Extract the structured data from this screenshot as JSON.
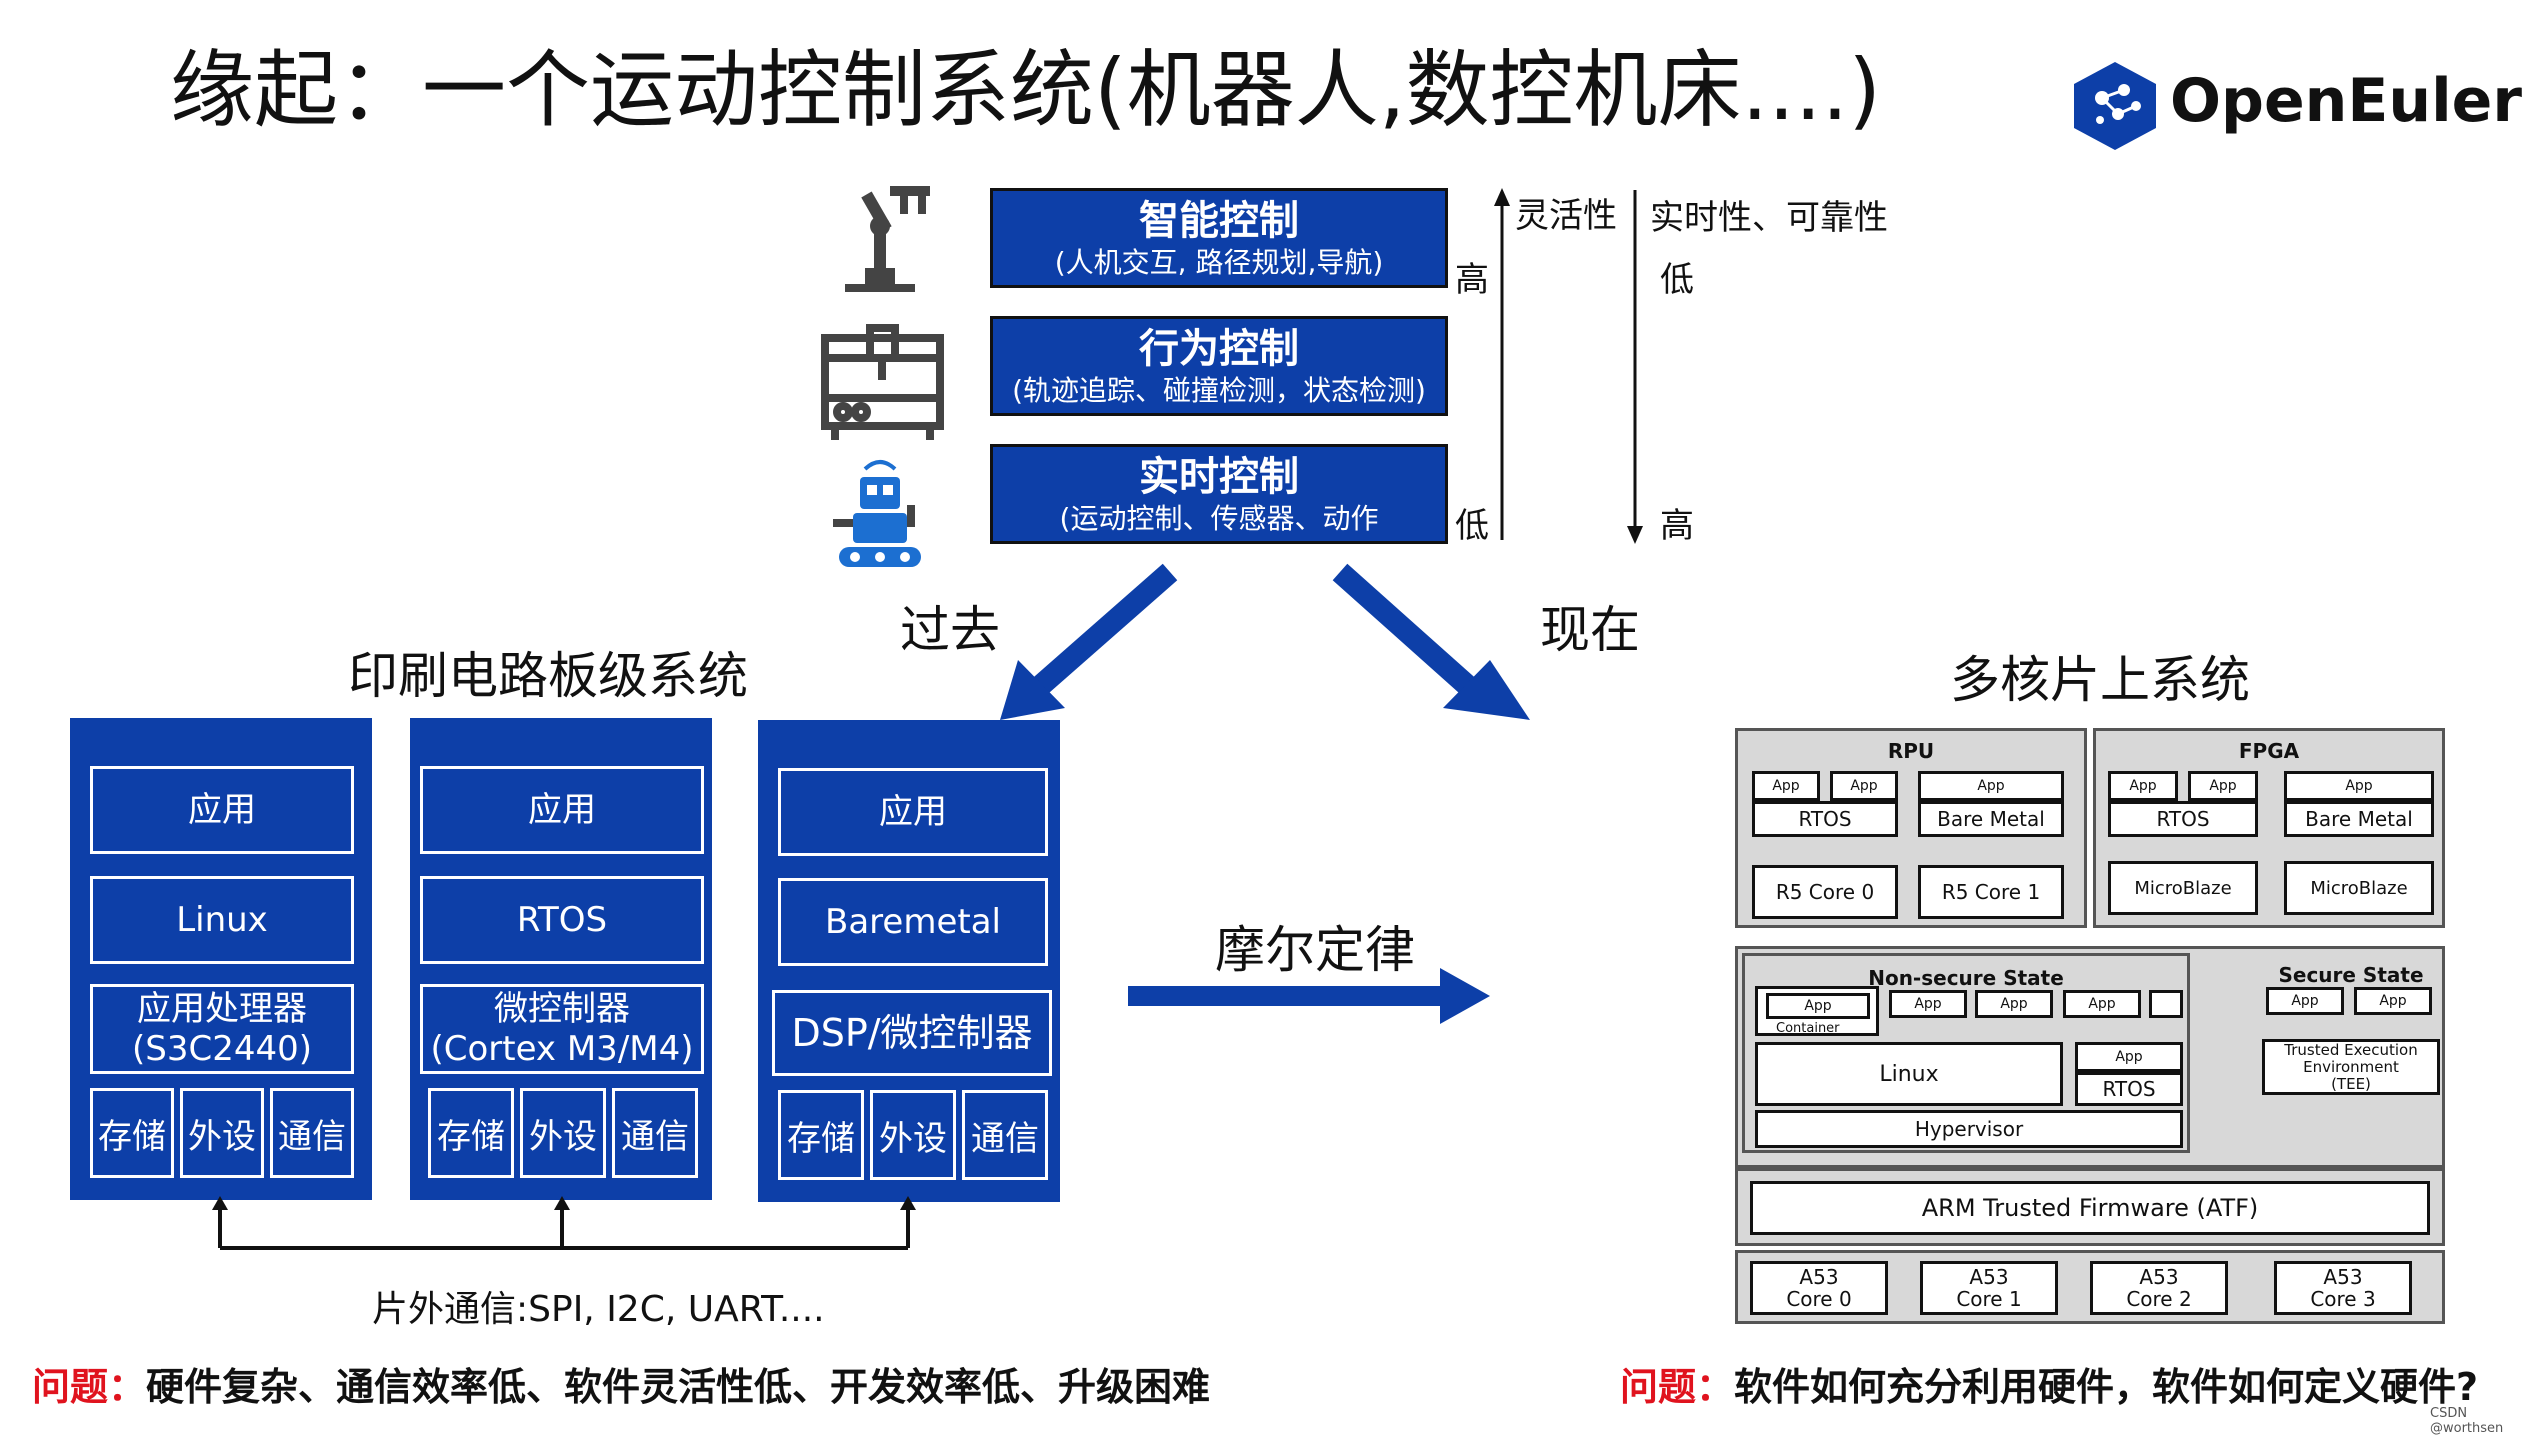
{
  "title": "缘起：一个运动控制系统(机器人,数控机床....)",
  "logo": {
    "text": "OpenEuler",
    "icon": "openeuler-logo-icon"
  },
  "control_layers": [
    {
      "heading": "智能控制",
      "sub": "(人机交互, 路径规划,导航)",
      "icon": "robot-arm-icon"
    },
    {
      "heading": "行为控制",
      "sub": "(轨迹追踪、碰撞检测，状态检测)",
      "icon": "cnc-machine-icon"
    },
    {
      "heading": "实时控制",
      "sub": "(运动控制、传感器、动作",
      "icon": "robot-icon"
    }
  ],
  "flexibility": {
    "label": "灵活性",
    "top": "高",
    "bottom": "低"
  },
  "realtime": {
    "label": "实时性、可靠性",
    "top": "低",
    "bottom": "高"
  },
  "past": "过去",
  "now": "现在",
  "pcb": {
    "title": "印刷电路板级系统",
    "columns": [
      {
        "app": "应用",
        "os": "Linux",
        "cpu_line1": "应用处理器",
        "cpu_line2": "(S3C2440)",
        "store": "存储",
        "peri": "外设",
        "comm": "通信"
      },
      {
        "app": "应用",
        "os": "RTOS",
        "cpu_line1": "微控制器",
        "cpu_line2": "(Cortex M3/M4)",
        "store": "存储",
        "peri": "外设",
        "comm": "通信"
      },
      {
        "app": "应用",
        "os": "Baremetal",
        "cpu_line1": "DSP/微控制器",
        "cpu_line2": "",
        "store": "存储",
        "peri": "外设",
        "comm": "通信"
      }
    ],
    "bus_label": "片外通信:SPI, I2C, UART...."
  },
  "moore": "摩尔定律",
  "soc": {
    "title": "多核片上系统",
    "rpu": {
      "title": "RPU",
      "app": "App",
      "rtos": "RTOS",
      "bare_metal": "Bare Metal",
      "core0": "R5 Core 0",
      "core1": "R5 Core 1"
    },
    "fpga": {
      "title": "FPGA",
      "app": "App",
      "rtos": "RTOS",
      "bare_metal": "Bare Metal",
      "mb1": "MicroBlaze",
      "mb2": "MicroBlaze"
    },
    "nonsecure": {
      "title": "Non-secure State",
      "app": "App",
      "container": "Container",
      "linux": "Linux",
      "rtos": "RTOS",
      "hypervisor": "Hypervisor"
    },
    "secure": {
      "title": "Secure State",
      "app": "App",
      "tee1": "Trusted Execution",
      "tee2": "Environment",
      "tee3": "(TEE)"
    },
    "atf": "ARM Trusted Firmware (ATF)",
    "cores": [
      {
        "l1": "A53",
        "l2": "Core 0"
      },
      {
        "l1": "A53",
        "l2": "Core 1"
      },
      {
        "l1": "A53",
        "l2": "Core 2"
      },
      {
        "l1": "A53",
        "l2": "Core 3"
      }
    ]
  },
  "problem_left": {
    "label": "问题：",
    "text": "硬件复杂、通信效率低、软件灵活性低、开发效率低、升级困难"
  },
  "problem_right": {
    "label": "问题：",
    "text": "软件如何充分利用硬件，软件如何定义硬件?"
  },
  "watermark": "CSDN @worthsen",
  "colors": {
    "primary": "#0d3fa8",
    "problem": "#e0131e",
    "soc_bg": "#d8d8d8"
  }
}
